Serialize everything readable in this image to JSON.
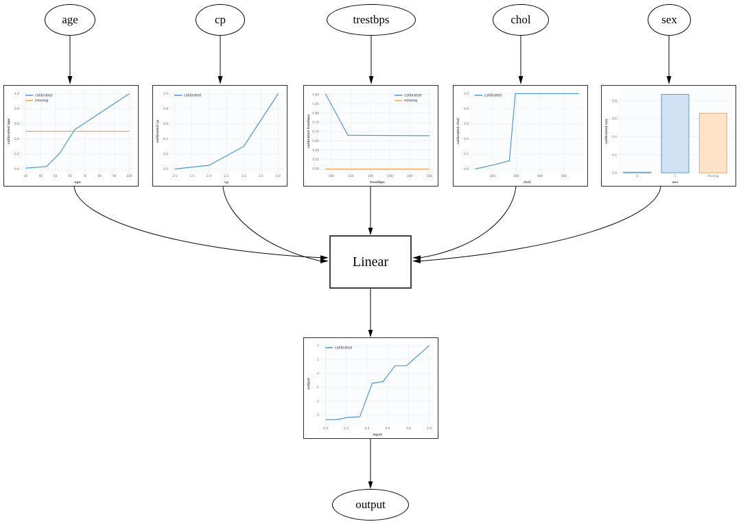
{
  "diagram": {
    "input_nodes": [
      "age",
      "cp",
      "trestbps",
      "chol",
      "sex"
    ],
    "linear_label": "Linear",
    "output_label": "output"
  },
  "colors": {
    "calibrated_line": "#4b96d6",
    "missing_line": "#ffa04e",
    "bar_fill_blue": "#cfe1f2",
    "bar_edge_blue": "#5b9bd5",
    "bar_fill_orange": "#ffe3c9",
    "bar_edge_orange": "#ffa04e",
    "grid": "#e4ebf1",
    "tick_text": "#666666",
    "edge_stroke": "#000000"
  },
  "chart_data": [
    {
      "id": "age",
      "type": "line",
      "xlabel": "age",
      "ylabel": "calibrated age",
      "xlim": [
        26.5,
        103.5
      ],
      "ylim": [
        -0.05,
        1.05
      ],
      "xticks": [
        30,
        40,
        50,
        60,
        70,
        80,
        90,
        100
      ],
      "xtick_labels": [
        "30",
        "40",
        "50",
        "60",
        "70",
        "80",
        "90",
        "100"
      ],
      "yticks": [
        0.0,
        0.2,
        0.4,
        0.6,
        0.8,
        1.0
      ],
      "ytick_labels": [
        "0.0",
        "0.2",
        "0.4",
        "0.6",
        "0.8",
        "1.0"
      ],
      "legend": {
        "pos": "nw",
        "items": [
          {
            "label": "calibrated",
            "color": "#4b96d6"
          },
          {
            "label": "missing",
            "color": "#ffa04e"
          }
        ]
      },
      "series": [
        {
          "name": "calibrated",
          "color": "#4b96d6",
          "points": [
            [
              30,
              0.013
            ],
            [
              44,
              0.034
            ],
            [
              53,
              0.21
            ],
            [
              63,
              0.52
            ],
            [
              66,
              0.56
            ],
            [
              100,
              1.0
            ]
          ]
        },
        {
          "name": "missing",
          "color": "#ffa04e",
          "points": [
            [
              30,
              0.5
            ],
            [
              100,
              0.5
            ]
          ]
        }
      ]
    },
    {
      "id": "cp",
      "type": "line",
      "xlabel": "cp",
      "ylabel": "calibrated cp",
      "xlim": [
        0.85,
        4.15
      ],
      "ylim": [
        -0.05,
        1.05
      ],
      "xticks": [
        1.0,
        1.5,
        2.0,
        2.5,
        3.0,
        3.5,
        4.0
      ],
      "xtick_labels": [
        "1.0",
        "1.5",
        "2.0",
        "2.5",
        "3.0",
        "3.5",
        "4.0"
      ],
      "yticks": [
        0.0,
        0.2,
        0.4,
        0.6,
        0.8,
        1.0
      ],
      "ytick_labels": [
        "0.0",
        "0.2",
        "0.4",
        "0.6",
        "0.8",
        "1.0"
      ],
      "legend": {
        "pos": "nw",
        "items": [
          {
            "label": "calibrated",
            "color": "#4b96d6"
          }
        ]
      },
      "series": [
        {
          "name": "calibrated",
          "color": "#4b96d6",
          "points": [
            [
              1.0,
              0.0
            ],
            [
              2.0,
              0.05
            ],
            [
              3.0,
              0.3
            ],
            [
              4.0,
              1.0
            ]
          ]
        }
      ]
    },
    {
      "id": "trestbps",
      "type": "line",
      "xlabel": "trestbps",
      "ylabel": "calibrated trestbps",
      "xlim": [
        89,
        205
      ],
      "ylim": [
        0.478,
        0.925
      ],
      "xticks": [
        100,
        120,
        140,
        160,
        180,
        200
      ],
      "xtick_labels": [
        "100",
        "120",
        "140",
        "160",
        "180",
        "200"
      ],
      "yticks": [
        0.5,
        0.55,
        0.6,
        0.65,
        0.7,
        0.75,
        0.8,
        0.85,
        0.9
      ],
      "ytick_labels": [
        "0.50",
        "0.55",
        "0.60",
        "0.65",
        "0.70",
        "0.75",
        "0.80",
        "0.85",
        "0.90"
      ],
      "legend": {
        "pos": "ne",
        "items": [
          {
            "label": "calibrated",
            "color": "#4b96d6"
          },
          {
            "label": "missing",
            "color": "#ffa04e"
          }
        ]
      },
      "series": [
        {
          "name": "calibrated",
          "color": "#4b96d6",
          "points": [
            [
              94,
              0.905
            ],
            [
              117,
              0.68
            ],
            [
              200,
              0.678
            ]
          ]
        },
        {
          "name": "missing",
          "color": "#ffa04e",
          "points": [
            [
              94,
              0.498
            ],
            [
              200,
              0.498
            ]
          ]
        }
      ]
    },
    {
      "id": "chol",
      "type": "line",
      "xlabel": "chol",
      "ylabel": "calibrated chol",
      "xlim": [
        105,
        585
      ],
      "ylim": [
        -0.05,
        1.05
      ],
      "xticks": [
        200,
        300,
        400,
        500
      ],
      "xtick_labels": [
        "200",
        "300",
        "400",
        "500"
      ],
      "yticks": [
        0.0,
        0.2,
        0.4,
        0.6,
        0.8,
        1.0
      ],
      "ytick_labels": [
        "0.0",
        "0.2",
        "0.4",
        "0.6",
        "0.8",
        "1.0"
      ],
      "legend": {
        "pos": "nw",
        "items": [
          {
            "label": "calibrated",
            "color": "#4b96d6"
          }
        ]
      },
      "series": [
        {
          "name": "calibrated",
          "color": "#4b96d6",
          "points": [
            [
              126,
              0.0
            ],
            [
              210,
              0.06
            ],
            [
              271,
              0.11
            ],
            [
              296,
              1.0
            ],
            [
              564,
              1.0
            ]
          ]
        }
      ]
    },
    {
      "id": "sex",
      "type": "bar",
      "xlabel": "sex",
      "ylabel": "calibrated sex",
      "ylim": [
        0,
        0.92
      ],
      "yticks": [
        0.0,
        0.2,
        0.4,
        0.6,
        0.8
      ],
      "ytick_labels": [
        "0.0",
        "0.2",
        "0.4",
        "0.6",
        "0.8"
      ],
      "categories": [
        "0",
        "1",
        "missing"
      ],
      "values": [
        0.006,
        0.87,
        0.66
      ],
      "bar_fill": [
        "#cfe1f2",
        "#cfe1f2",
        "#ffe3c9"
      ],
      "bar_edge": [
        "#5b9bd5",
        "#5b9bd5",
        "#ffa04e"
      ]
    },
    {
      "id": "output",
      "type": "line",
      "xlabel": "input",
      "ylabel": "output",
      "xlim": [
        -0.05,
        1.05
      ],
      "ylim": [
        -3.75,
        2.25
      ],
      "xticks": [
        0.0,
        0.2,
        0.4,
        0.6,
        0.8,
        1.0
      ],
      "xtick_labels": [
        "0.0",
        "0.2",
        "0.4",
        "0.6",
        "0.8",
        "1.0"
      ],
      "yticks": [
        -3,
        -2,
        -1,
        0,
        1,
        2
      ],
      "ytick_labels": [
        "-3",
        "-2",
        "-1",
        "0",
        "1",
        "2"
      ],
      "legend": {
        "pos": "nw",
        "items": [
          {
            "label": "calibrated",
            "color": "#4b96d6"
          }
        ]
      },
      "series": [
        {
          "name": "calibrated",
          "color": "#4b96d6",
          "points": [
            [
              0.0,
              -3.35
            ],
            [
              0.105,
              -3.35
            ],
            [
              0.22,
              -3.18
            ],
            [
              0.33,
              -3.15
            ],
            [
              0.45,
              -0.72
            ],
            [
              0.555,
              -0.6
            ],
            [
              0.67,
              0.55
            ],
            [
              0.78,
              0.55
            ],
            [
              1.0,
              2.0
            ]
          ]
        }
      ]
    }
  ]
}
